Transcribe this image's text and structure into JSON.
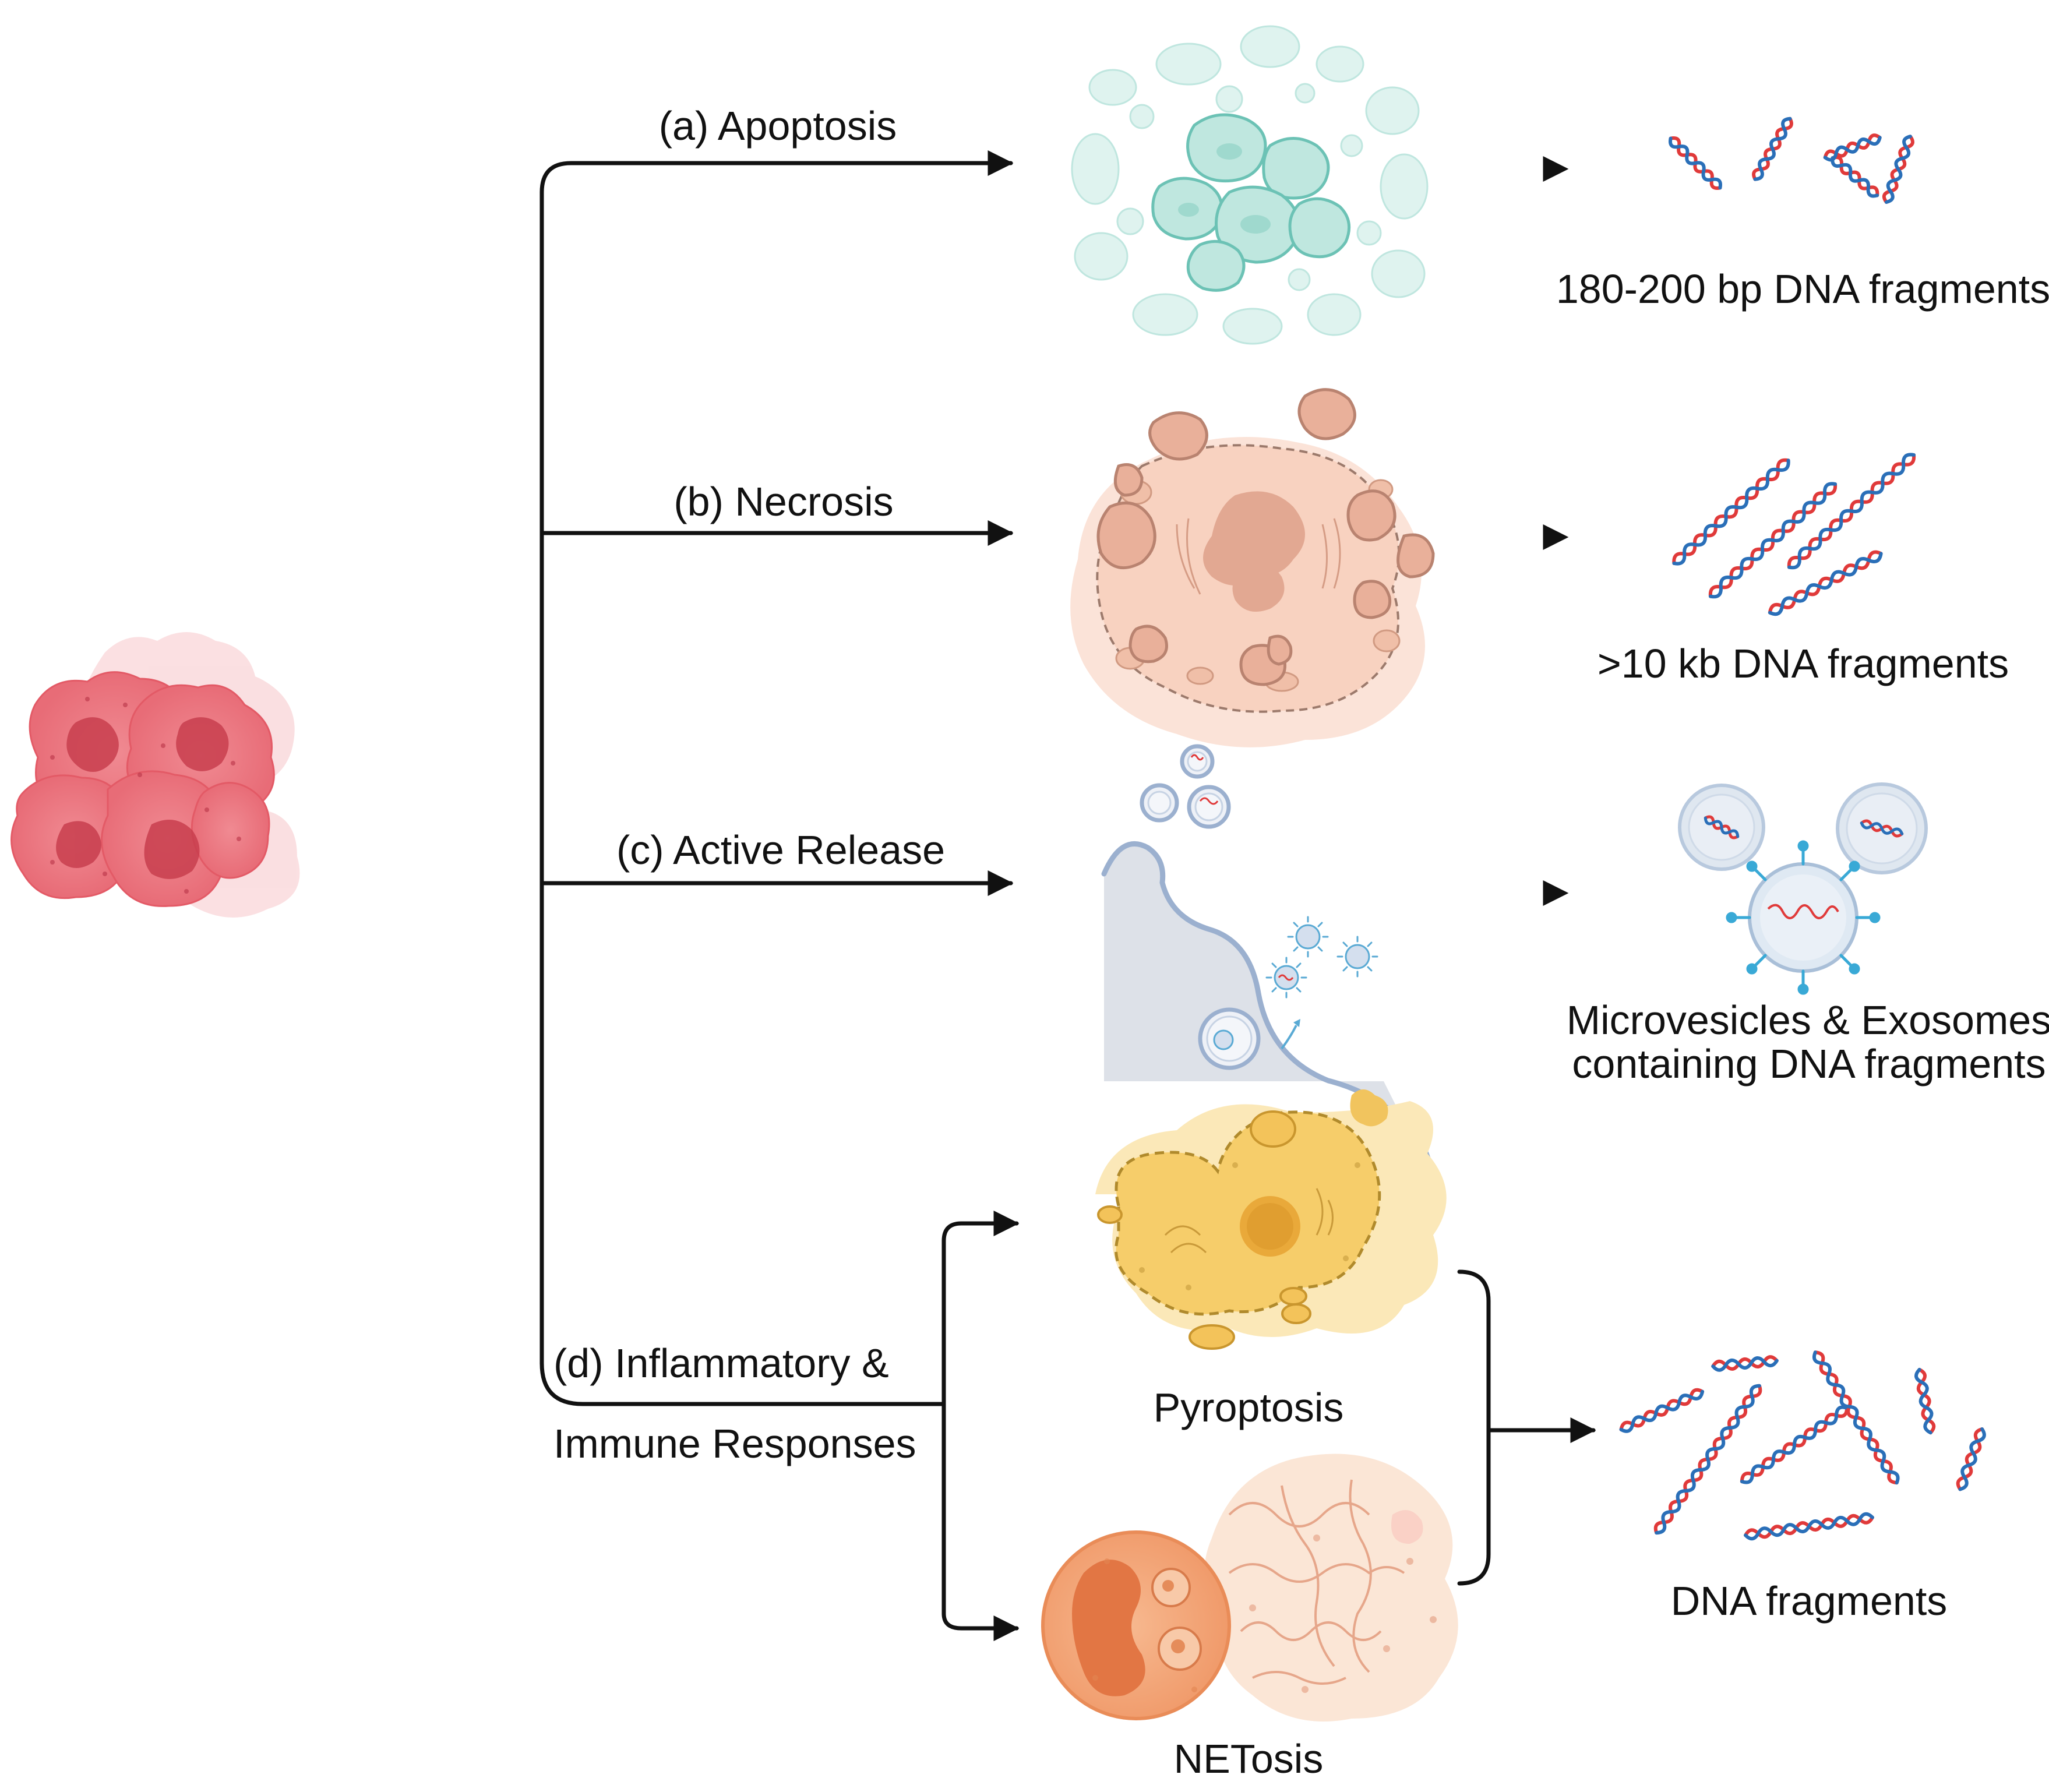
{
  "diagram": {
    "pathways": [
      {
        "id": "apoptosis",
        "label": "(a) Apoptosis",
        "result": "180-200 bp DNA fragments"
      },
      {
        "id": "necrosis",
        "label": "(b) Necrosis",
        "result": ">10 kb DNA fragments"
      },
      {
        "id": "active-release",
        "label": "(c) Active Release",
        "result_lines": [
          "Microvesicles & Exosomes",
          "containing DNA fragments"
        ]
      },
      {
        "id": "inflammatory",
        "label_lines": [
          "(d) Inflammatory &",
          "Immune Responses"
        ],
        "sub_pathways": [
          {
            "id": "pyroptosis",
            "label": "Pyroptosis"
          },
          {
            "id": "netosis",
            "label": "NETosis"
          }
        ],
        "result": "DNA fragments"
      }
    ],
    "colors": {
      "tumor": "#e8707a",
      "apoptosis": "#8fd3c8",
      "necrosis": "#f2b49a",
      "vesicle": "#9fb3cf",
      "exosome": "#39a9d6",
      "pyroptosis": "#f2c14e",
      "netosis": "#f3a26a",
      "dna_red": "#e03a3a",
      "dna_blue": "#2a6fb8",
      "arrow": "#111111"
    }
  }
}
